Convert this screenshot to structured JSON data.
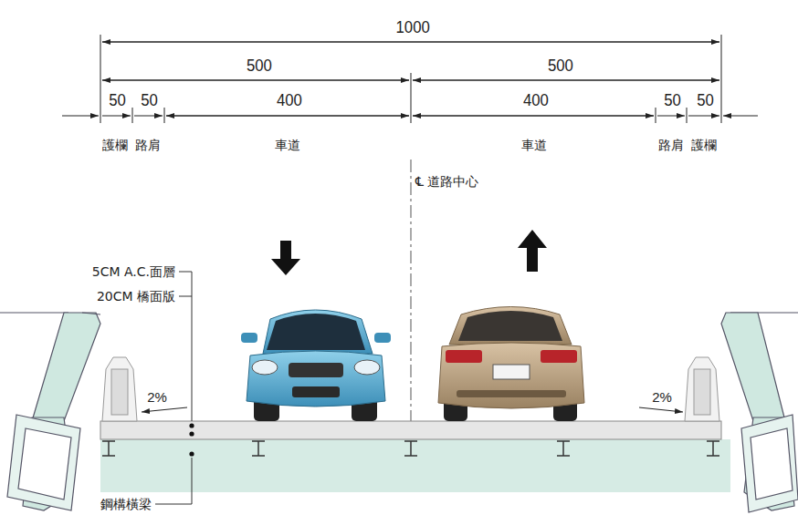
{
  "diagram": {
    "labels": [
      "1000",
      "500",
      "500",
      "50",
      "50",
      "400",
      "400",
      "50",
      "50",
      "護欄",
      "路肩",
      "車道",
      "℄ 道路中心",
      "車道",
      "路肩",
      "護欄",
      "5CM A.C.面層",
      "20CM 橋面版",
      "2%",
      "2%",
      "鋼構橫梁"
    ]
  }
}
